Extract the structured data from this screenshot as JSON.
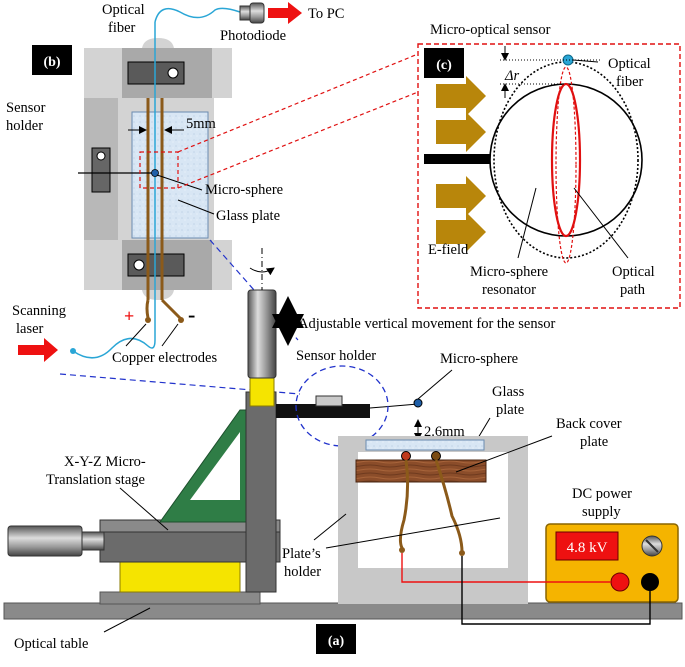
{
  "panels": {
    "a": "(a)",
    "b": "(b)",
    "c": "(c)"
  },
  "labels": {
    "optical_fiber_top": [
      "Optical",
      "fiber"
    ],
    "photodiode": "Photodiode",
    "to_pc": "To PC",
    "sensor_holder_b": [
      "Sensor",
      "holder"
    ],
    "five_mm": "5mm",
    "micro_sphere_b": "Micro-sphere",
    "glass_plate_b": "Glass plate",
    "scanning_laser": [
      "Scanning",
      "laser"
    ],
    "plus": "+",
    "minus": "-",
    "copper_electrodes": "Copper electrodes",
    "adjustable": "Adjustable vertical movement for the sensor",
    "sensor_holder_a": "Sensor holder",
    "micro_sphere_a": "Micro-sphere",
    "glass_plate_a": [
      "Glass",
      "plate"
    ],
    "two_six_mm": "2.6mm",
    "back_cover": [
      "Back cover",
      "plate"
    ],
    "xyz_stage": [
      "X-Y-Z Micro-",
      "Translation stage"
    ],
    "dc_power": [
      "DC power",
      "supply"
    ],
    "voltage": "4.8 kV",
    "plates_holder": [
      "Plate’s",
      "holder"
    ],
    "optical_table": "Optical table",
    "micro_optical_sensor": "Micro-optical sensor",
    "optical_fiber_c": [
      "Optical",
      "fiber"
    ],
    "delta_r": "Δr",
    "e_field": "E-field",
    "resonator": [
      "Micro-sphere",
      "resonator"
    ],
    "optical_path": [
      "Optical",
      "path"
    ]
  },
  "colors": {
    "gold_arrow": "#b8860b",
    "red_arrow": "#ee1111",
    "fiber": "#2aa6d6",
    "stage_green": "#2f7d46",
    "stage_yellow": "#f5e400",
    "power_supply": "#f5b400",
    "display_red": "#ee1111",
    "copper": "#8b5a1a",
    "holder_gray": "#c8c8c8"
  }
}
